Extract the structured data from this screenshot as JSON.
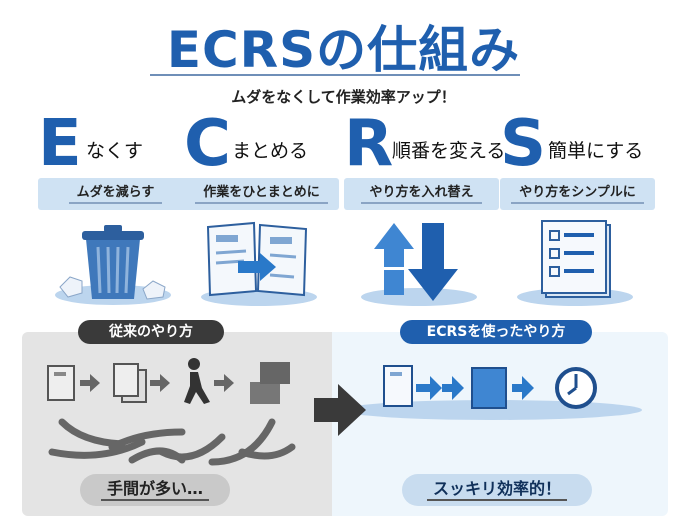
{
  "title": "ECRSの仕組み",
  "subtitle": "ムダをなくして作業効率アップ！",
  "steps": [
    {
      "letter": "E",
      "heading": "なくす",
      "tag": "ムダを減らす",
      "icon": "trash-can-icon"
    },
    {
      "letter": "C",
      "heading": "まとめる",
      "tag": "作業をひとまとめに",
      "icon": "merge-documents-icon"
    },
    {
      "letter": "R",
      "heading": "順番を変える",
      "tag": "やり方を入れ替え",
      "icon": "swap-arrows-icon"
    },
    {
      "letter": "S",
      "heading": "簡単にする",
      "tag": "やり方をシンプルに",
      "icon": "checklist-icon"
    }
  ],
  "comparison": {
    "old": {
      "label": "従来のやり方",
      "result": "手間が多い…"
    },
    "new": {
      "label": "ECRSを使ったやり方",
      "result": "スッキリ効率的！"
    }
  },
  "colors": {
    "brand": "#1f5fae",
    "dark": "#3a3a3a",
    "gray": "#e4e4e4",
    "light_blue": "#eef6fc"
  }
}
